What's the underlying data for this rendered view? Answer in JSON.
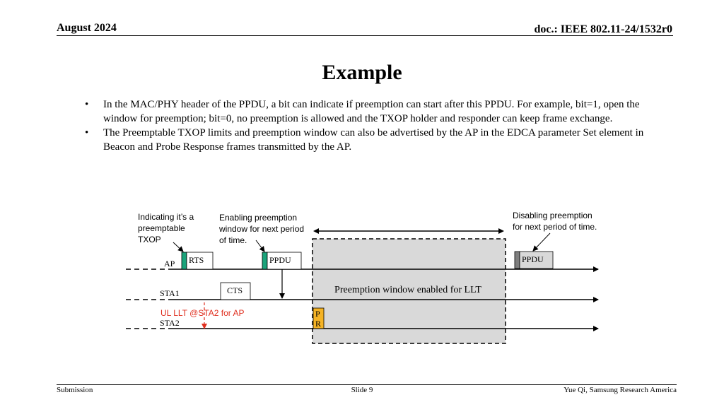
{
  "header": {
    "date": "August 2024",
    "doc": "doc.: IEEE 802.11-24/1532r0"
  },
  "title": "Example",
  "bullets": [
    "In the MAC/PHY header of the PPDU, a bit can indicate if preemption can start after this PPDU. For example, bit=1, open the window for preemption; bit=0, no preemption is allowed and the TXOP holder and responder can keep frame exchange.",
    "The Preemptable TXOP limits and preemption window can also be advertised by the AP in the EDCA parameter Set element in Beacon and Probe Response frames transmitted by the AP."
  ],
  "diagram": {
    "annotations": {
      "preemptable": [
        "Indicating it’s a",
        "preemptable",
        "TXOP"
      ],
      "enabling": [
        "Enabling preemption",
        "window for next period",
        "of time."
      ],
      "disabling": [
        "Disabling preemption",
        "for next period of time."
      ]
    },
    "lines": {
      "ap": "AP",
      "sta1": "STA1",
      "sta2": "STA2"
    },
    "frames": {
      "rts": "RTS",
      "ppdu1": "PPDU",
      "cts": "CTS",
      "ppdu2": "PPDU",
      "pr_p": "P",
      "pr_r": "R"
    },
    "window_label": "Preemption window enabled for LLT",
    "ul_llt": "UL LLT @STA2 for AP",
    "colors": {
      "green": "#1aa37a",
      "orange": "#f5b324",
      "window_fill": "#d9d9d9",
      "red": "#e03020",
      "gray_marker": "#7f7f7f"
    }
  },
  "footer": {
    "left": "Submission",
    "center": "Slide 9",
    "right": "Yue Qi, Samsung Research America"
  }
}
